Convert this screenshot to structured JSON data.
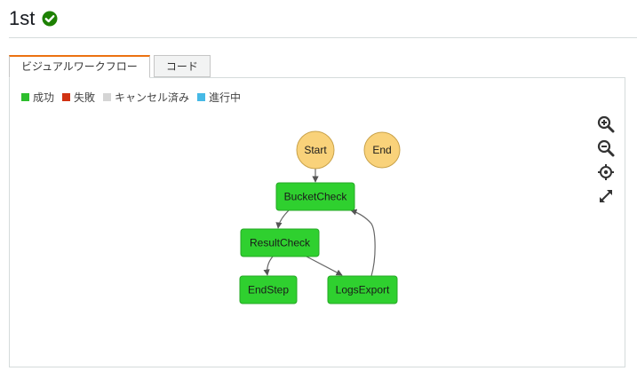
{
  "header": {
    "title": "1st",
    "status_icon": "check-circle-icon",
    "status_color": "#1d8102"
  },
  "tabs": [
    {
      "label": "ビジュアルワークフロー",
      "active": true
    },
    {
      "label": "コード",
      "active": false
    }
  ],
  "legend": [
    {
      "label": "成功",
      "color": "#2dbe2d"
    },
    {
      "label": "失敗",
      "color": "#d13212"
    },
    {
      "label": "キャンセル済み",
      "color": "#d5d5d5"
    },
    {
      "label": "進行中",
      "color": "#46b9e6"
    }
  ],
  "zoom_controls": [
    {
      "icon": "zoom-in-icon"
    },
    {
      "icon": "zoom-out-icon"
    },
    {
      "icon": "center-icon"
    },
    {
      "icon": "fullscreen-icon"
    }
  ],
  "workflow": {
    "nodes": [
      {
        "id": "start",
        "label": "Start",
        "kind": "terminal",
        "color": "#f9d27a"
      },
      {
        "id": "end",
        "label": "End",
        "kind": "terminal",
        "color": "#f9d27a"
      },
      {
        "id": "bucketcheck",
        "label": "BucketCheck",
        "kind": "state",
        "status": "success",
        "color": "#2fd02f"
      },
      {
        "id": "resultcheck",
        "label": "ResultCheck",
        "kind": "state",
        "status": "success",
        "color": "#2fd02f"
      },
      {
        "id": "endstep",
        "label": "EndStep",
        "kind": "state",
        "status": "success",
        "color": "#2fd02f"
      },
      {
        "id": "logsexport",
        "label": "LogsExport",
        "kind": "state",
        "status": "success",
        "color": "#2fd02f"
      }
    ],
    "edges": [
      {
        "from": "start",
        "to": "bucketcheck"
      },
      {
        "from": "bucketcheck",
        "to": "resultcheck"
      },
      {
        "from": "resultcheck",
        "to": "endstep"
      },
      {
        "from": "resultcheck",
        "to": "logsexport"
      },
      {
        "from": "logsexport",
        "to": "bucketcheck"
      }
    ]
  }
}
